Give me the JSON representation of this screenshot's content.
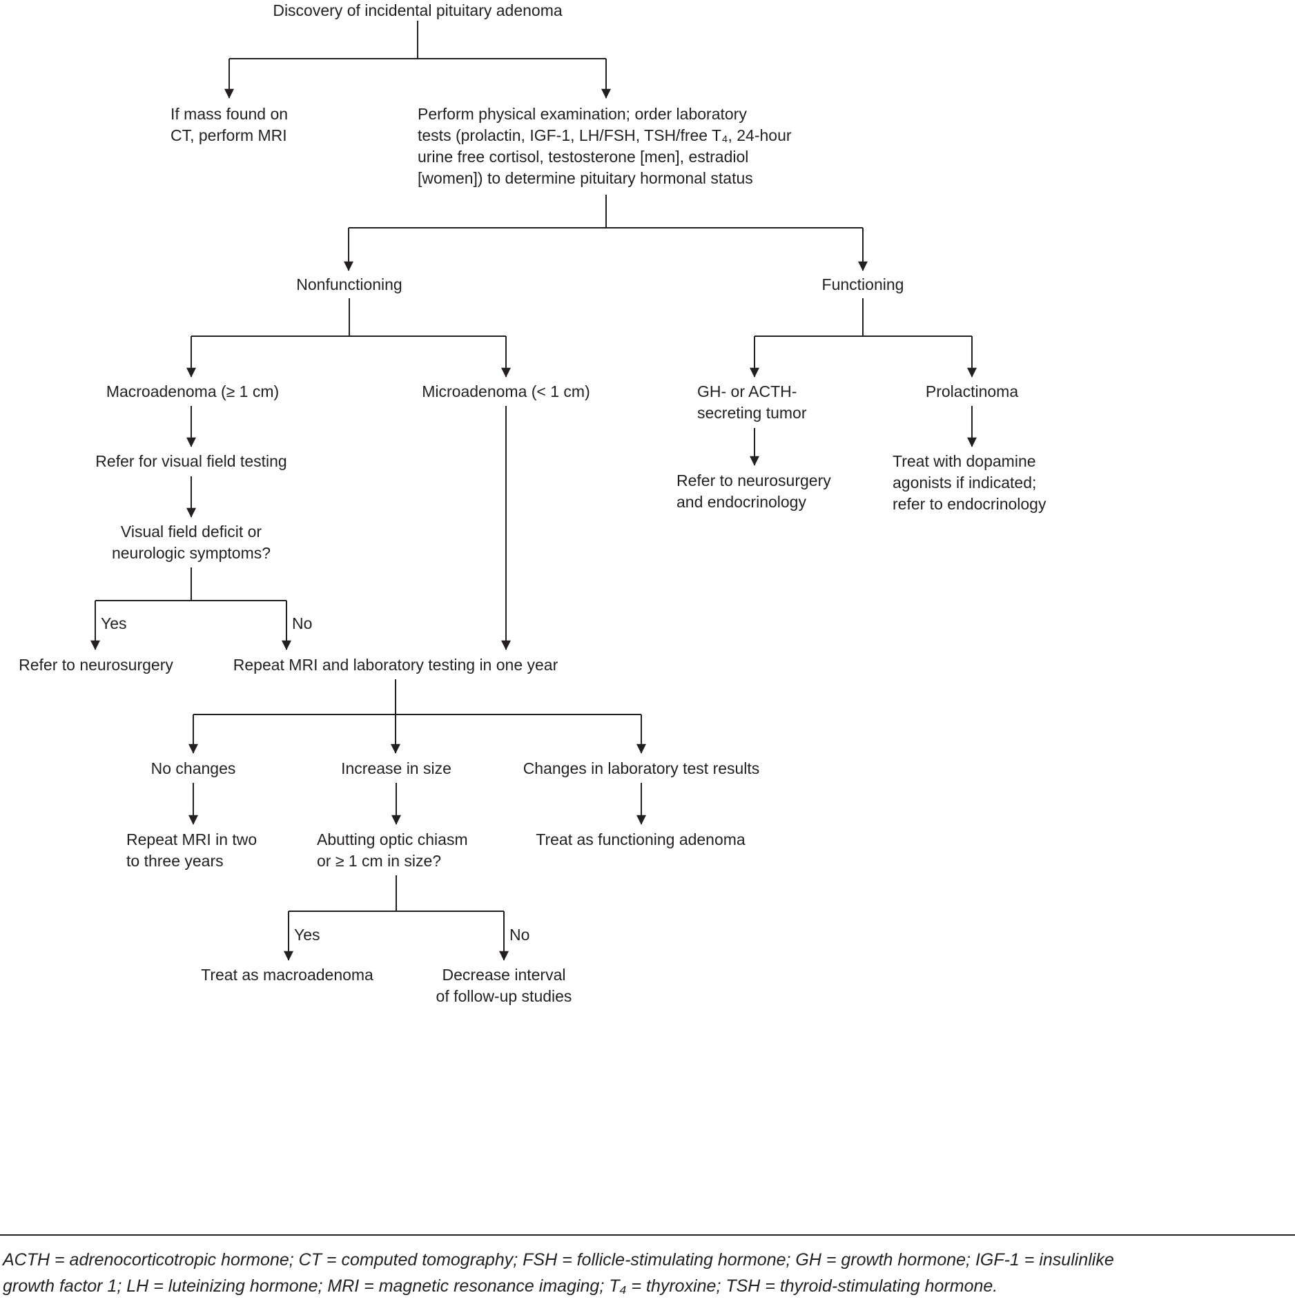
{
  "diagram": {
    "title": "Discovery of incidental pituitary adenoma",
    "nodes": {
      "if_mass_ct": "If mass found on\nCT, perform MRI",
      "physical_exam": "Perform physical examination; order laboratory\ntests (prolactin, IGF-1, LH/FSH, TSH/free T₄, 24-hour\nurine free cortisol, testosterone [men], estradiol\n[women]) to determine pituitary hormonal status",
      "nonfunctioning": "Nonfunctioning",
      "functioning": "Functioning",
      "macroadenoma": "Macroadenoma (≥ 1 cm)",
      "microadenoma": "Microadenoma (< 1 cm)",
      "gh_acth_tumor": "GH- or ACTH-\nsecreting tumor",
      "prolactinoma": "Prolactinoma",
      "visual_field_testing": "Refer for visual field testing",
      "visual_field_deficit": "Visual field deficit or\nneurologic symptoms?",
      "label_yes_1": "Yes",
      "label_no_1": "No",
      "refer_neurosurgery": "Refer to neurosurgery",
      "repeat_mri_one_year": "Repeat MRI and laboratory testing in one year",
      "no_changes": "No changes",
      "increase_in_size": "Increase in size",
      "changes_lab_results": "Changes in laboratory test results",
      "repeat_mri_two_three": "Repeat MRI in two\nto three years",
      "abutting_chiasm": "Abutting optic chiasm\nor ≥ 1 cm in size?",
      "treat_functioning": "Treat as functioning adenoma",
      "label_yes_2": "Yes",
      "label_no_2": "No",
      "treat_macroadenoma": "Treat as macroadenoma",
      "decrease_interval": "Decrease interval\nof follow-up studies",
      "refer_neuro_endo": "Refer to neurosurgery\nand endocrinology",
      "dopamine_agonists": "Treat with dopamine\nagonists if indicated;\nrefer to endocrinology"
    },
    "footnote": "ACTH = adrenocorticotropic hormone; CT = computed tomography; FSH = follicle-stimulating hormone; GH = growth hormone; IGF-1 = insulinlike\ngrowth factor 1; LH = luteinizing hormone; MRI = magnetic resonance imaging; T₄ = thyroxine; TSH = thyroid-stimulating hormone.",
    "colors": {
      "line": "#231f20",
      "text": "#231f20",
      "background": "#ffffff"
    }
  }
}
